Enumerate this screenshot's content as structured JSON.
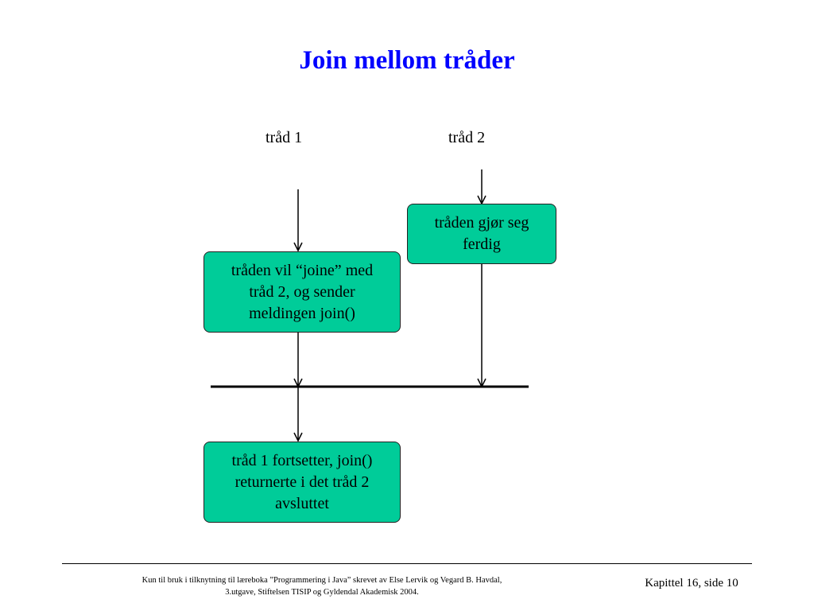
{
  "slide": {
    "title": "Join mellom tråder"
  },
  "diagram": {
    "thread1_label": "tråd 1",
    "thread2_label": "tråd 2",
    "box_thread2": {
      "line1": "tråden gjør seg",
      "line2": "ferdig"
    },
    "box_thread1_join": {
      "line1": "tråden vil “joine” med",
      "line2": "tråd 2, og sender",
      "line3": "meldingen join()"
    },
    "box_continue": {
      "line1": "tråd 1 fortsetter, join()",
      "line2": "returnerte i det tråd 2",
      "line3": "avsluttet"
    },
    "box_color": "#00cc99"
  },
  "footer": {
    "source_line1": "Kun til bruk i tilknytning til læreboka ”Programmering i Java” skrevet av Else Lervik og Vegard B. Havdal,",
    "source_line2": "3.utgave, Stiftelsen TISIP og Gyldendal Akademisk 2004.",
    "page_label": "Kapittel 16, side 10"
  }
}
